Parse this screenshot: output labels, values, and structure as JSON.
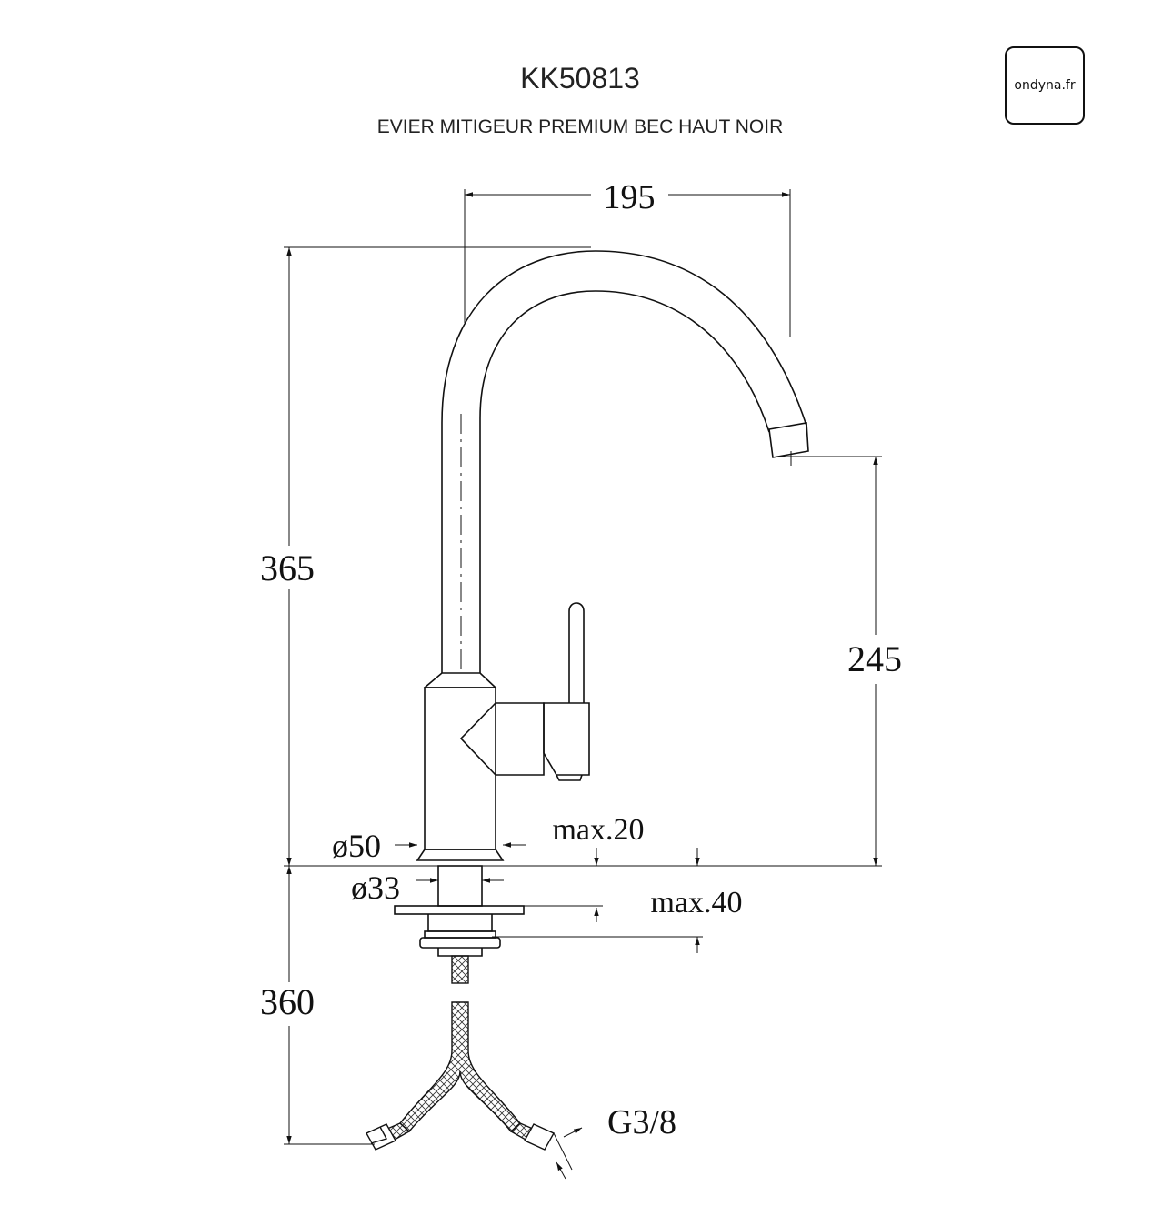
{
  "header": {
    "title": "KK50813",
    "subtitle": "EVIER MITIGEUR PREMIUM BEC HAUT NOIR"
  },
  "logo": {
    "text": "ondyna.fr"
  },
  "dimensions": {
    "spout_reach": "195",
    "total_height": "365",
    "spout_height": "245",
    "body_diameter": "ø50",
    "shank_diameter": "ø33",
    "max_deck_thickness_1": "max.20",
    "max_deck_thickness_2": "max.40",
    "hose_length": "360",
    "connector_thread": "G3/8"
  },
  "colors": {
    "line": "#111111"
  }
}
